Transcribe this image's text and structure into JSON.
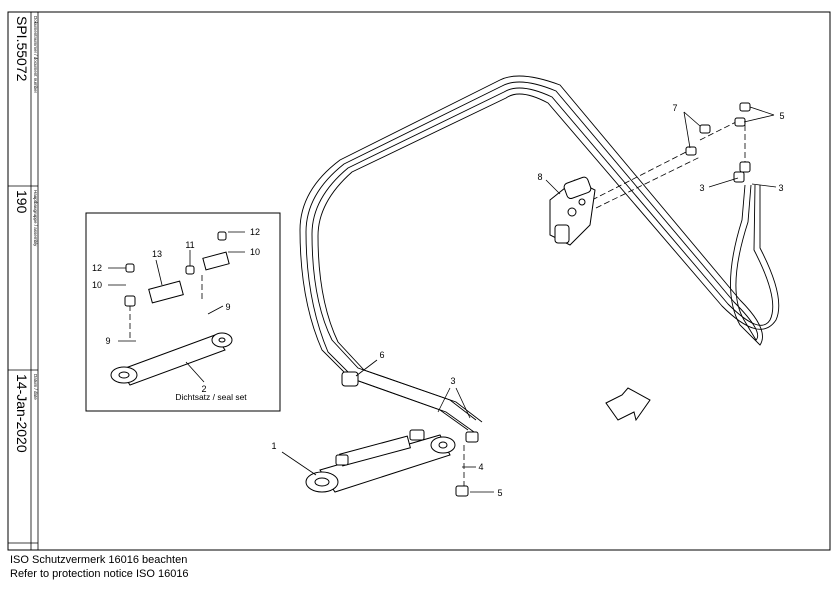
{
  "sidebar": {
    "doc_label": "Dokumentnummer / document number",
    "doc_number": "SPI.55072",
    "group_label": "Hauptbaugruppe / assembly",
    "group_number": "190",
    "date_label": "Datum / date",
    "date": "14-Jan-2020"
  },
  "callouts": {
    "c1": "1",
    "c2": "2",
    "c3a": "3",
    "c3b": "3",
    "c3c": "3",
    "c4": "4",
    "c5a": "5",
    "c5b": "5",
    "c6": "6",
    "c7": "7",
    "c8": "8",
    "c9a": "9",
    "c9b": "9",
    "c10a": "10",
    "c10b": "10",
    "c11": "11",
    "c12a": "12",
    "c12b": "12",
    "c13": "13"
  },
  "detail": {
    "seal_set_label": "Dichtsatz / seal set"
  },
  "footer": {
    "line1": "ISO Schutzvermerk 16016 beachten",
    "line2": "Refer to protection notice ISO 16016"
  }
}
